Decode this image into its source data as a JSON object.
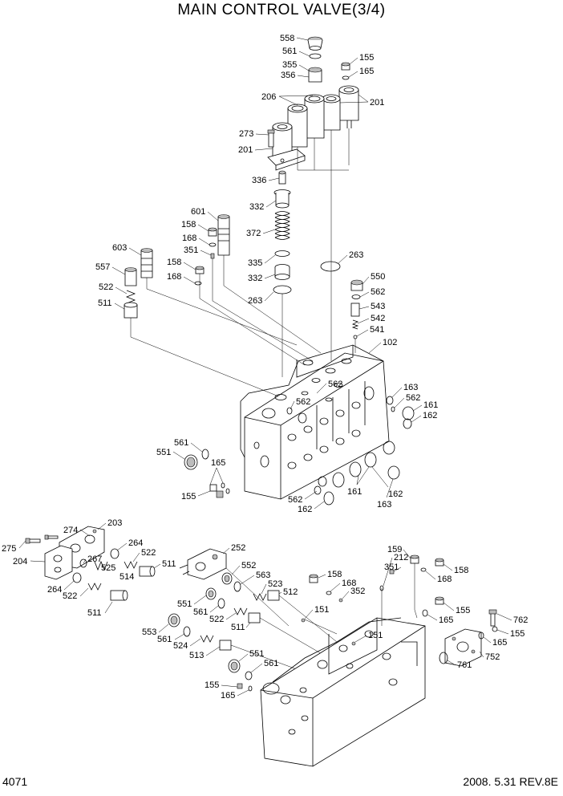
{
  "title": "MAIN CONTROL VALVE(3/4)",
  "page_number": "4071",
  "revision": "2008. 5.31  REV.8E",
  "callouts": [
    {
      "id": "c558a",
      "label": "558"
    },
    {
      "id": "c561a",
      "label": "561"
    },
    {
      "id": "c355",
      "label": "355"
    },
    {
      "id": "c356",
      "label": "356"
    },
    {
      "id": "c155a",
      "label": "155"
    },
    {
      "id": "c165a",
      "label": "165"
    },
    {
      "id": "c206",
      "label": "206"
    },
    {
      "id": "c201a",
      "label": "201"
    },
    {
      "id": "c273",
      "label": "273"
    },
    {
      "id": "c201b",
      "label": "201"
    },
    {
      "id": "c336",
      "label": "336"
    },
    {
      "id": "c332a",
      "label": "332"
    },
    {
      "id": "c372",
      "label": "372"
    },
    {
      "id": "c335",
      "label": "335"
    },
    {
      "id": "c332b",
      "label": "332"
    },
    {
      "id": "c263a",
      "label": "263"
    },
    {
      "id": "c263b",
      "label": "263"
    },
    {
      "id": "c601",
      "label": "601"
    },
    {
      "id": "c158a",
      "label": "158"
    },
    {
      "id": "c168a",
      "label": "168"
    },
    {
      "id": "c351a",
      "label": "351"
    },
    {
      "id": "c603",
      "label": "603"
    },
    {
      "id": "c158b",
      "label": "158"
    },
    {
      "id": "c168b",
      "label": "168"
    },
    {
      "id": "c557",
      "label": "557"
    },
    {
      "id": "c522a",
      "label": "522"
    },
    {
      "id": "c511a",
      "label": "511"
    },
    {
      "id": "c550",
      "label": "550"
    },
    {
      "id": "c562a",
      "label": "562"
    },
    {
      "id": "c543",
      "label": "543"
    },
    {
      "id": "c542",
      "label": "542"
    },
    {
      "id": "c541",
      "label": "541"
    },
    {
      "id": "c102",
      "label": "102"
    },
    {
      "id": "c562b",
      "label": "562"
    },
    {
      "id": "c562c",
      "label": "562"
    },
    {
      "id": "c163a",
      "label": "163"
    },
    {
      "id": "c562d",
      "label": "562"
    },
    {
      "id": "c161a",
      "label": "161"
    },
    {
      "id": "c162a",
      "label": "162"
    },
    {
      "id": "c561b",
      "label": "561"
    },
    {
      "id": "c551a",
      "label": "551"
    },
    {
      "id": "c165b",
      "label": "165"
    },
    {
      "id": "c155b",
      "label": "155"
    },
    {
      "id": "c562e",
      "label": "562"
    },
    {
      "id": "c162b",
      "label": "162"
    },
    {
      "id": "c161b",
      "label": "161"
    },
    {
      "id": "c163b",
      "label": "163"
    },
    {
      "id": "c162c",
      "label": "162"
    },
    {
      "id": "c274",
      "label": "274"
    },
    {
      "id": "c203",
      "label": "203"
    },
    {
      "id": "c275",
      "label": "275"
    },
    {
      "id": "c264a",
      "label": "264"
    },
    {
      "id": "c522b",
      "label": "522"
    },
    {
      "id": "c204",
      "label": "204"
    },
    {
      "id": "c267",
      "label": "267"
    },
    {
      "id": "c525",
      "label": "525"
    },
    {
      "id": "c514",
      "label": "514"
    },
    {
      "id": "c511b",
      "label": "511"
    },
    {
      "id": "c264b",
      "label": "264"
    },
    {
      "id": "c522c",
      "label": "522"
    },
    {
      "id": "c511c",
      "label": "511"
    },
    {
      "id": "c252",
      "label": "252"
    },
    {
      "id": "c552",
      "label": "552"
    },
    {
      "id": "c563",
      "label": "563"
    },
    {
      "id": "c523",
      "label": "523"
    },
    {
      "id": "c512",
      "label": "512"
    },
    {
      "id": "c551b",
      "label": "551"
    },
    {
      "id": "c561c",
      "label": "561"
    },
    {
      "id": "c522d",
      "label": "522"
    },
    {
      "id": "c511d",
      "label": "511"
    },
    {
      "id": "c553",
      "label": "553"
    },
    {
      "id": "c561d",
      "label": "561"
    },
    {
      "id": "c524",
      "label": "524"
    },
    {
      "id": "c513",
      "label": "513"
    },
    {
      "id": "c551c",
      "label": "551"
    },
    {
      "id": "c561e",
      "label": "561"
    },
    {
      "id": "c155c",
      "label": "155"
    },
    {
      "id": "c165c",
      "label": "165"
    },
    {
      "id": "c158c",
      "label": "158"
    },
    {
      "id": "c168c",
      "label": "168"
    },
    {
      "id": "c352",
      "label": "352"
    },
    {
      "id": "c151a",
      "label": "151"
    },
    {
      "id": "c151b",
      "label": "151"
    },
    {
      "id": "c212",
      "label": "212"
    },
    {
      "id": "c351b",
      "label": "351"
    },
    {
      "id": "c159",
      "label": "159"
    },
    {
      "id": "c168d",
      "label": "168"
    },
    {
      "id": "c158d",
      "label": "158"
    },
    {
      "id": "c155d",
      "label": "155"
    },
    {
      "id": "c165d",
      "label": "165"
    },
    {
      "id": "c762",
      "label": "762"
    },
    {
      "id": "c165e",
      "label": "165"
    },
    {
      "id": "c155e",
      "label": "155"
    },
    {
      "id": "c752",
      "label": "752"
    },
    {
      "id": "c761",
      "label": "761"
    }
  ]
}
